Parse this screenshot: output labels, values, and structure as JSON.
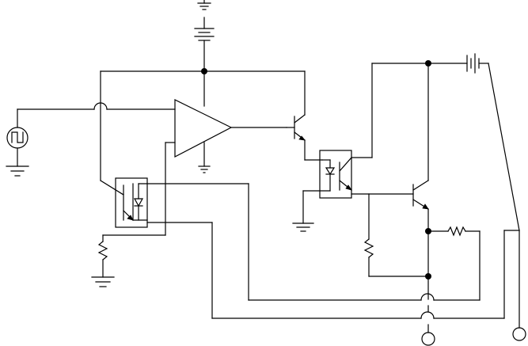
{
  "diagram": {
    "kind": "circuit-schematic",
    "colors": {
      "background": "#ffffff",
      "line": "#000000"
    },
    "labels": [],
    "components": [
      {
        "name": "supply-battery-top",
        "icon": "battery-icon"
      },
      {
        "name": "pulse-source",
        "icon": "square-wave-source-icon"
      },
      {
        "name": "op-amp",
        "icon": "op-amp-triangle-icon"
      },
      {
        "name": "npn-transistor-driver",
        "icon": "npn-transistor-icon"
      },
      {
        "name": "optocoupler-left",
        "icon": "optocoupler-icon"
      },
      {
        "name": "optocoupler-right",
        "icon": "optocoupler-icon"
      },
      {
        "name": "npn-transistor-output",
        "icon": "npn-transistor-icon"
      },
      {
        "name": "battery-right",
        "icon": "battery-icon"
      },
      {
        "name": "resistor-left",
        "icon": "resistor-icon"
      },
      {
        "name": "resistor-middle",
        "icon": "resistor-icon"
      },
      {
        "name": "resistor-right",
        "icon": "resistor-icon"
      },
      {
        "name": "ground-symbols",
        "icon": "ground-icon"
      },
      {
        "name": "output-terminals",
        "icon": "terminal-circle-icon"
      }
    ]
  }
}
